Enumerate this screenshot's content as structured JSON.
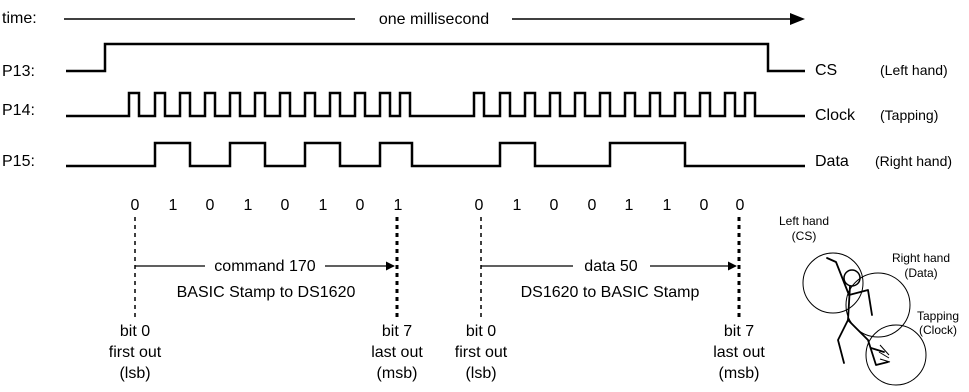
{
  "time_row": {
    "label": "time:",
    "caption": "one millisecond"
  },
  "signals": [
    {
      "pin": "P13:",
      "name": "CS",
      "role": "(Left hand)"
    },
    {
      "pin": "P14:",
      "name": "Clock",
      "role": "(Tapping)"
    },
    {
      "pin": "P15:",
      "name": "Data",
      "role": "(Right hand)"
    }
  ],
  "command_bits": [
    "0",
    "1",
    "0",
    "1",
    "0",
    "1",
    "0",
    "1"
  ],
  "data_bits": [
    "0",
    "1",
    "0",
    "0",
    "1",
    "1",
    "0",
    "0"
  ],
  "command_arrow": {
    "title": "command 170",
    "subtitle": "BASIC Stamp to DS1620"
  },
  "data_arrow": {
    "title": "data 50",
    "subtitle": "DS1620 to BASIC Stamp"
  },
  "bit_notes": {
    "cmd_first": [
      "bit 0",
      "first out",
      "(lsb)"
    ],
    "cmd_last": [
      "bit 7",
      "last out",
      "(msb)"
    ],
    "data_first": [
      "bit 0",
      "first out",
      "(lsb)"
    ],
    "data_last": [
      "bit 7",
      "last out",
      "(msb)"
    ]
  },
  "figure_labels": {
    "left_hand": [
      "Left hand",
      "(CS)"
    ],
    "right_hand": [
      "Right hand",
      "(Data)"
    ],
    "tapping": [
      "Tapping",
      "(Clock)"
    ]
  }
}
